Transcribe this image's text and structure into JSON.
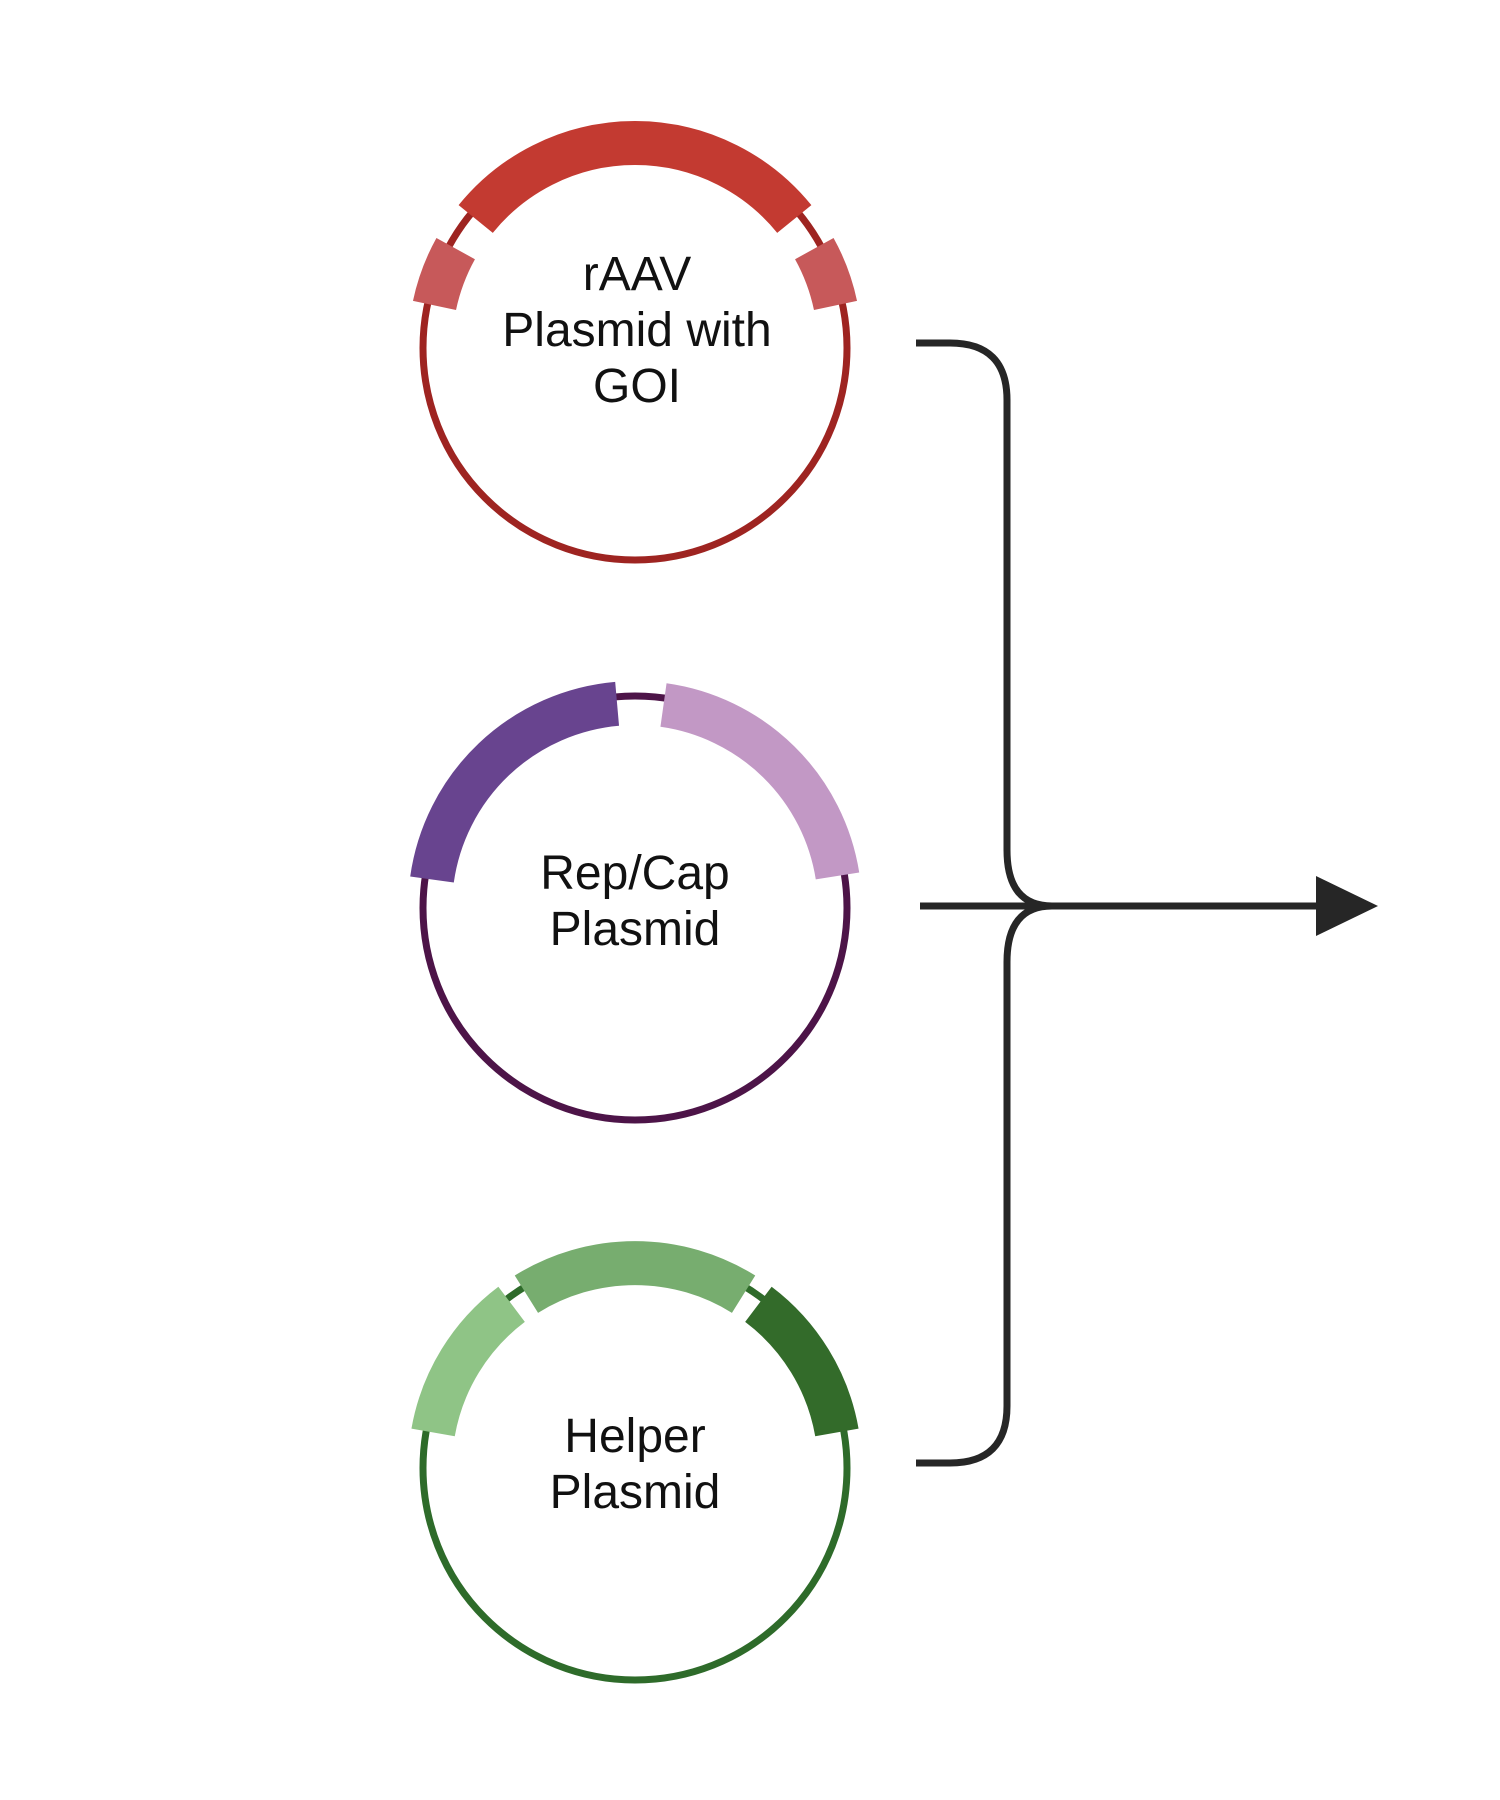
{
  "plasmids": [
    {
      "id": "raav",
      "label_lines": [
        "rAAV",
        "Plasmid with",
        "GOI"
      ],
      "backbone_color": "#9e2421",
      "segment_colors": [
        "#c7595a",
        "#c33a31",
        "#c7595a"
      ]
    },
    {
      "id": "repcap",
      "label_lines": [
        "Rep/Cap",
        "Plasmid"
      ],
      "backbone_color": "#4d1448",
      "segment_colors": [
        "#68448f",
        "#c298c5"
      ]
    },
    {
      "id": "helper",
      "label_lines": [
        "Helper",
        "Plasmid"
      ],
      "backbone_color": "#2e6b2a",
      "segment_colors": [
        "#8fc486",
        "#77ad6f",
        "#336b2a"
      ]
    }
  ],
  "connector": {
    "stroke_color": "#262626",
    "arrow_icon": "right-arrow-icon"
  }
}
